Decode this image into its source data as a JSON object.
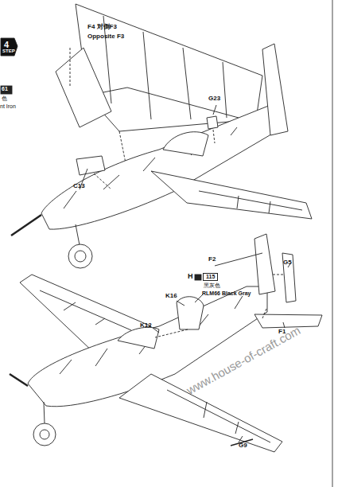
{
  "diagram": {
    "labels": [
      "4",
      "STEP",
      "F4 对倒F3",
      "Opposite F3",
      "61",
      "色",
      "nt Iron",
      "G23",
      "C13",
      "F2",
      "G5",
      "H",
      "115",
      "黑灰色",
      "RLM66 Black Gray",
      "K16",
      "K12",
      "F1",
      "G9",
      "www.house-of-craft.com"
    ]
  }
}
